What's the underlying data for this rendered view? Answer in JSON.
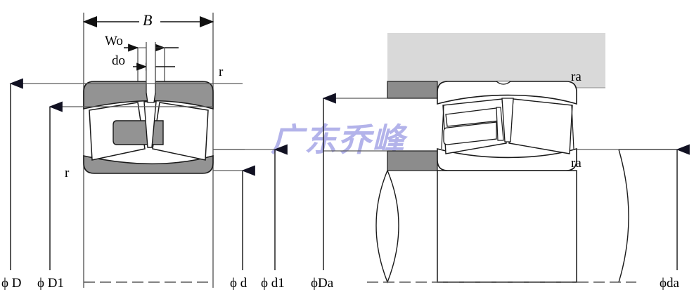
{
  "figure": {
    "title": "Spherical roller bearing dimension diagram",
    "watermark_text": "广东乔峰",
    "watermark_color": "#b0b0e8"
  },
  "colors": {
    "outline": "#1a1a1a",
    "ring_fill_gray": "#939393",
    "housing_fill_light": "#d9d9d9",
    "shoulder_fill_gray": "#8c8c8c",
    "white_fill": "#ffffff",
    "dim_line": "#5a5a5a",
    "dim_arrow_dark": "#0d0d2b",
    "centerline": "#5a5a5a"
  },
  "left_view": {
    "name": "bearing-cross-section",
    "dimensions": {
      "width_label": "B",
      "hole_width_label": "Wo",
      "hole_dia_label": "do",
      "corner_radius_top_label": "r",
      "corner_radius_bottom_label": "r",
      "outer_dia_label_phi": "ϕ",
      "outer_dia_label_text": "D",
      "outer_raceway_dia_phi": "ϕ",
      "outer_raceway_dia_text": "D1",
      "bore_dia_phi": "ϕ",
      "bore_dia_text": "d",
      "inner_raceway_dia_phi": "ϕ",
      "inner_raceway_dia_text": "d1"
    }
  },
  "right_view": {
    "name": "bearing-mounting-section",
    "dimensions": {
      "housing_fillet_top_label": "ra",
      "housing_fillet_bottom_label": "ra",
      "housing_bore_dia_phi": "ϕ",
      "housing_bore_dia_text": "Da",
      "shaft_shoulder_dia_phi": "ϕ",
      "shaft_shoulder_dia_text": "da"
    }
  },
  "labels": {
    "B": "B",
    "Wo": "Wo",
    "do": "do",
    "r_top": "r",
    "r_bottom": "r",
    "ra_top": "ra",
    "ra_bottom": "ra",
    "phi_D": "ϕ D",
    "phi_D1": "ϕ D1",
    "phi_d": "ϕ d",
    "phi_d1": "ϕ d1",
    "phi_Da": "ϕDa",
    "phi_da": "ϕda"
  }
}
